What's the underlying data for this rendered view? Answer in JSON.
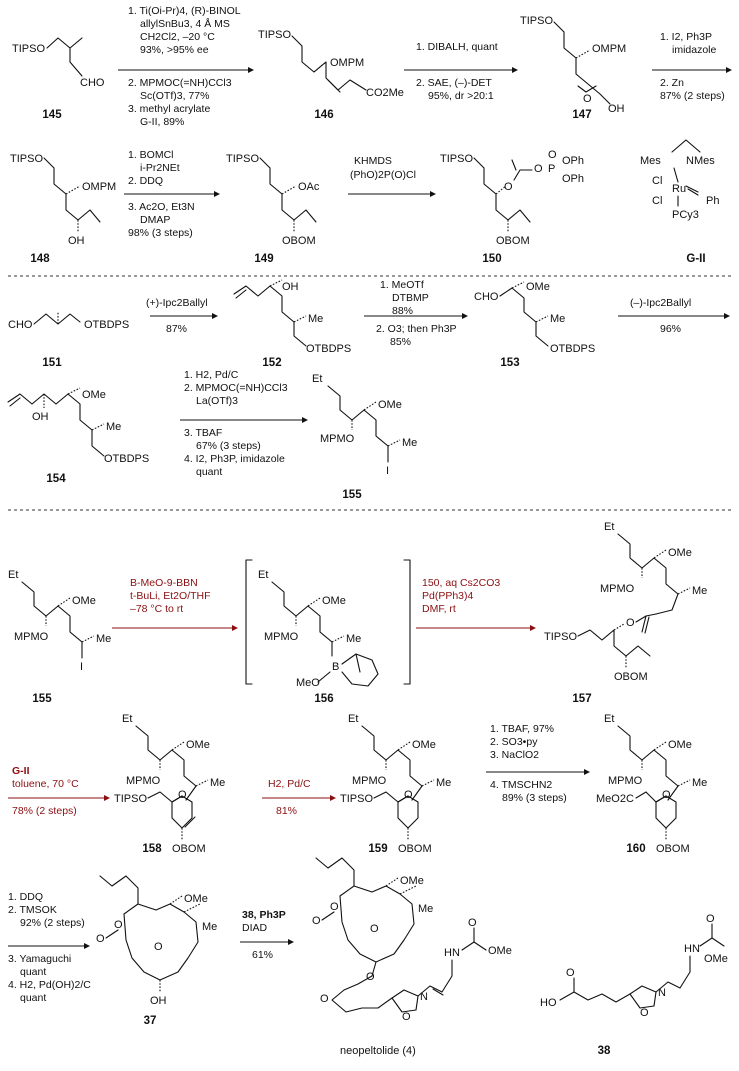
{
  "colors": {
    "accent_red": "#8b0f12",
    "ink": "#111111"
  },
  "compounds": {
    "c145": "145",
    "c146": "146",
    "c147": "147",
    "c148": "148",
    "c149": "149",
    "c150": "150",
    "gii": "G-II",
    "c151": "151",
    "c152": "152",
    "c153": "153",
    "c154": "154",
    "c155a": "155",
    "c155b": "155",
    "c156": "156",
    "c157": "157",
    "c158": "158",
    "c159": "159",
    "c160": "160",
    "c37": "37",
    "c38": "38",
    "neo": "neopeltolide (4)"
  },
  "labels": {
    "tipso": "TIPSO",
    "cho": "CHO",
    "ompm": "OMPM",
    "co2me": "CO2Me",
    "oh": "OH",
    "o": "O",
    "oac": "OAc",
    "obom": "OBOM",
    "oph": "OPh",
    "p": "P",
    "mes": "Mes",
    "nmes": "NMes",
    "cl": "Cl",
    "ru": "Ru",
    "ph": "Ph",
    "pcy3": "PCy3",
    "otbdps": "OTBDPS",
    "me": "Me",
    "ome": "OMe",
    "et": "Et",
    "mpmo": "MPMO",
    "i": "I",
    "b": "B",
    "meo": "MeO",
    "meo2c": "MeO2C",
    "ho": "HO",
    "hn": "HN",
    "n": "N"
  },
  "steps": {
    "s1": [
      "1. Ti(Oi-Pr)4, (R)-BINOL",
      "allylSnBu3, 4 Å MS",
      "CH2Cl2, –20 °C",
      "93%, >95% ee",
      "2. MPMOC(=NH)CCl3",
      "Sc(OTf)3, 77%",
      "3. methyl acrylate",
      "G-II, 89%"
    ],
    "s2": [
      "1. DIBALH, quant",
      "2. SAE, (–)-DET",
      "95%, dr >20:1"
    ],
    "s3": [
      "1. I2, Ph3P",
      "imidazole",
      "2. Zn",
      "87% (2 steps)"
    ],
    "s4": [
      "1. BOMCl",
      "i-Pr2NEt",
      "2. DDQ",
      "3. Ac2O, Et3N",
      "DMAP",
      "98% (3 steps)"
    ],
    "s5": [
      "KHMDS",
      "(PhO)2P(O)Cl"
    ],
    "s6": [
      "(+)-Ipc2Ballyl",
      "87%"
    ],
    "s7": [
      "1. MeOTf",
      "DTBMP",
      "88%",
      "2. O3; then Ph3P",
      "85%"
    ],
    "s8": [
      "(–)-Ipc2Ballyl",
      "96%"
    ],
    "s9": [
      "1. H2, Pd/C",
      "2. MPMOC(=NH)CCl3",
      "La(OTf)3",
      "3. TBAF",
      "67% (3 steps)",
      "4. I2, Ph3P, imidazole",
      "quant"
    ],
    "s10": [
      "B-MeO-9-BBN",
      "t-BuLi, Et2O/THF",
      "–78 °C to rt"
    ],
    "s11": [
      "150, aq Cs2CO3",
      "Pd(PPh3)4",
      "DMF, rt"
    ],
    "s12": [
      "G-II",
      "toluene, 70 °C",
      "78% (2 steps)"
    ],
    "s13": [
      "H2, Pd/C",
      "81%"
    ],
    "s14": [
      "1. TBAF, 97%",
      "2. SO3•py",
      "3. NaClO2",
      "4. TMSCHN2",
      "89% (3 steps)"
    ],
    "s15": [
      "1. DDQ",
      "2. TMSOK",
      "92% (2 steps)",
      "3. Yamaguchi",
      "quant",
      "4. H2, Pd(OH)2/C",
      "quant"
    ],
    "s16": [
      "38, Ph3P",
      "DIAD",
      "61%"
    ]
  }
}
